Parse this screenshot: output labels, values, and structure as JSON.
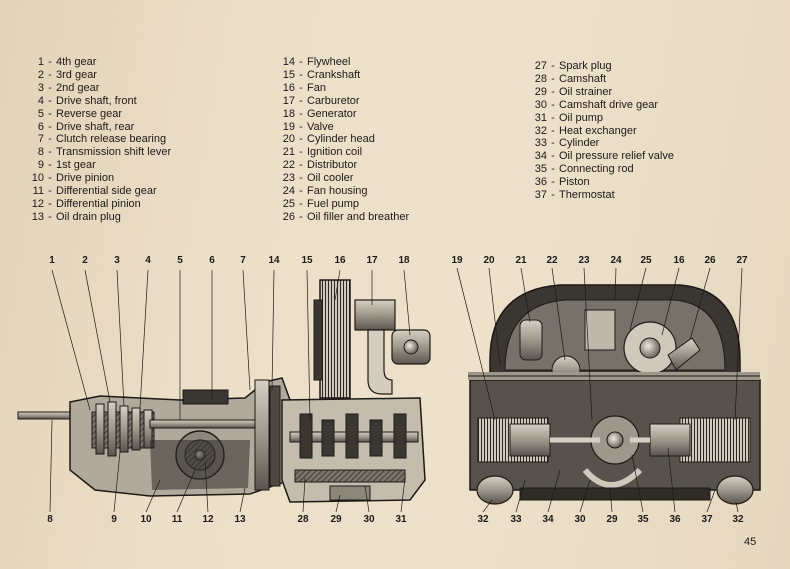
{
  "legend": {
    "col1": [
      {
        "n": "1",
        "label": "4th gear"
      },
      {
        "n": "2",
        "label": "3rd gear"
      },
      {
        "n": "3",
        "label": "2nd gear"
      },
      {
        "n": "4",
        "label": "Drive shaft, front"
      },
      {
        "n": "5",
        "label": "Reverse gear"
      },
      {
        "n": "6",
        "label": "Drive shaft, rear"
      },
      {
        "n": "7",
        "label": "Clutch release bearing"
      },
      {
        "n": "8",
        "label": "Transmission shift lever"
      },
      {
        "n": "9",
        "label": "1st gear"
      },
      {
        "n": "10",
        "label": "Drive pinion"
      },
      {
        "n": "11",
        "label": "Differential side gear"
      },
      {
        "n": "12",
        "label": "Differential pinion"
      },
      {
        "n": "13",
        "label": "Oil drain plug"
      }
    ],
    "col2": [
      {
        "n": "14",
        "label": "Flywheel"
      },
      {
        "n": "15",
        "label": "Crankshaft"
      },
      {
        "n": "16",
        "label": "Fan"
      },
      {
        "n": "17",
        "label": "Carburetor"
      },
      {
        "n": "18",
        "label": "Generator"
      },
      {
        "n": "19",
        "label": "Valve"
      },
      {
        "n": "20",
        "label": "Cylinder head"
      },
      {
        "n": "21",
        "label": "Ignition coil"
      },
      {
        "n": "22",
        "label": "Distributor"
      },
      {
        "n": "23",
        "label": "Oil cooler"
      },
      {
        "n": "24",
        "label": "Fan housing"
      },
      {
        "n": "25",
        "label": "Fuel pump"
      },
      {
        "n": "26",
        "label": "Oil filler and breather"
      }
    ],
    "col3": [
      {
        "n": "27",
        "label": "Spark plug"
      },
      {
        "n": "28",
        "label": "Camshaft"
      },
      {
        "n": "29",
        "label": "Oil strainer"
      },
      {
        "n": "30",
        "label": "Camshaft drive gear"
      },
      {
        "n": "31",
        "label": "Oil pump"
      },
      {
        "n": "32",
        "label": "Heat exchanger"
      },
      {
        "n": "33",
        "label": "Cylinder"
      },
      {
        "n": "34",
        "label": "Oil pressure relief valve"
      },
      {
        "n": "35",
        "label": "Connecting rod"
      },
      {
        "n": "36",
        "label": "Piston"
      },
      {
        "n": "37",
        "label": "Thermostat"
      }
    ]
  },
  "callouts_top_left": [
    "1",
    "2",
    "3",
    "4",
    "5",
    "6",
    "7",
    "14",
    "15",
    "16",
    "17",
    "18"
  ],
  "callouts_bottom_left": [
    "8",
    "9",
    "10",
    "11",
    "12",
    "13",
    "28",
    "29",
    "30",
    "31"
  ],
  "callouts_top_right": [
    "19",
    "20",
    "21",
    "22",
    "23",
    "24",
    "25",
    "16",
    "26",
    "27"
  ],
  "callouts_bottom_right": [
    "32",
    "33",
    "34",
    "30",
    "29",
    "35",
    "36",
    "37",
    "32"
  ],
  "page_number": "45",
  "colors": {
    "paper": "#e9dcc3",
    "ink": "#1d1a16",
    "metal_light": "#b9b2a6",
    "metal_dark": "#3a3632"
  }
}
